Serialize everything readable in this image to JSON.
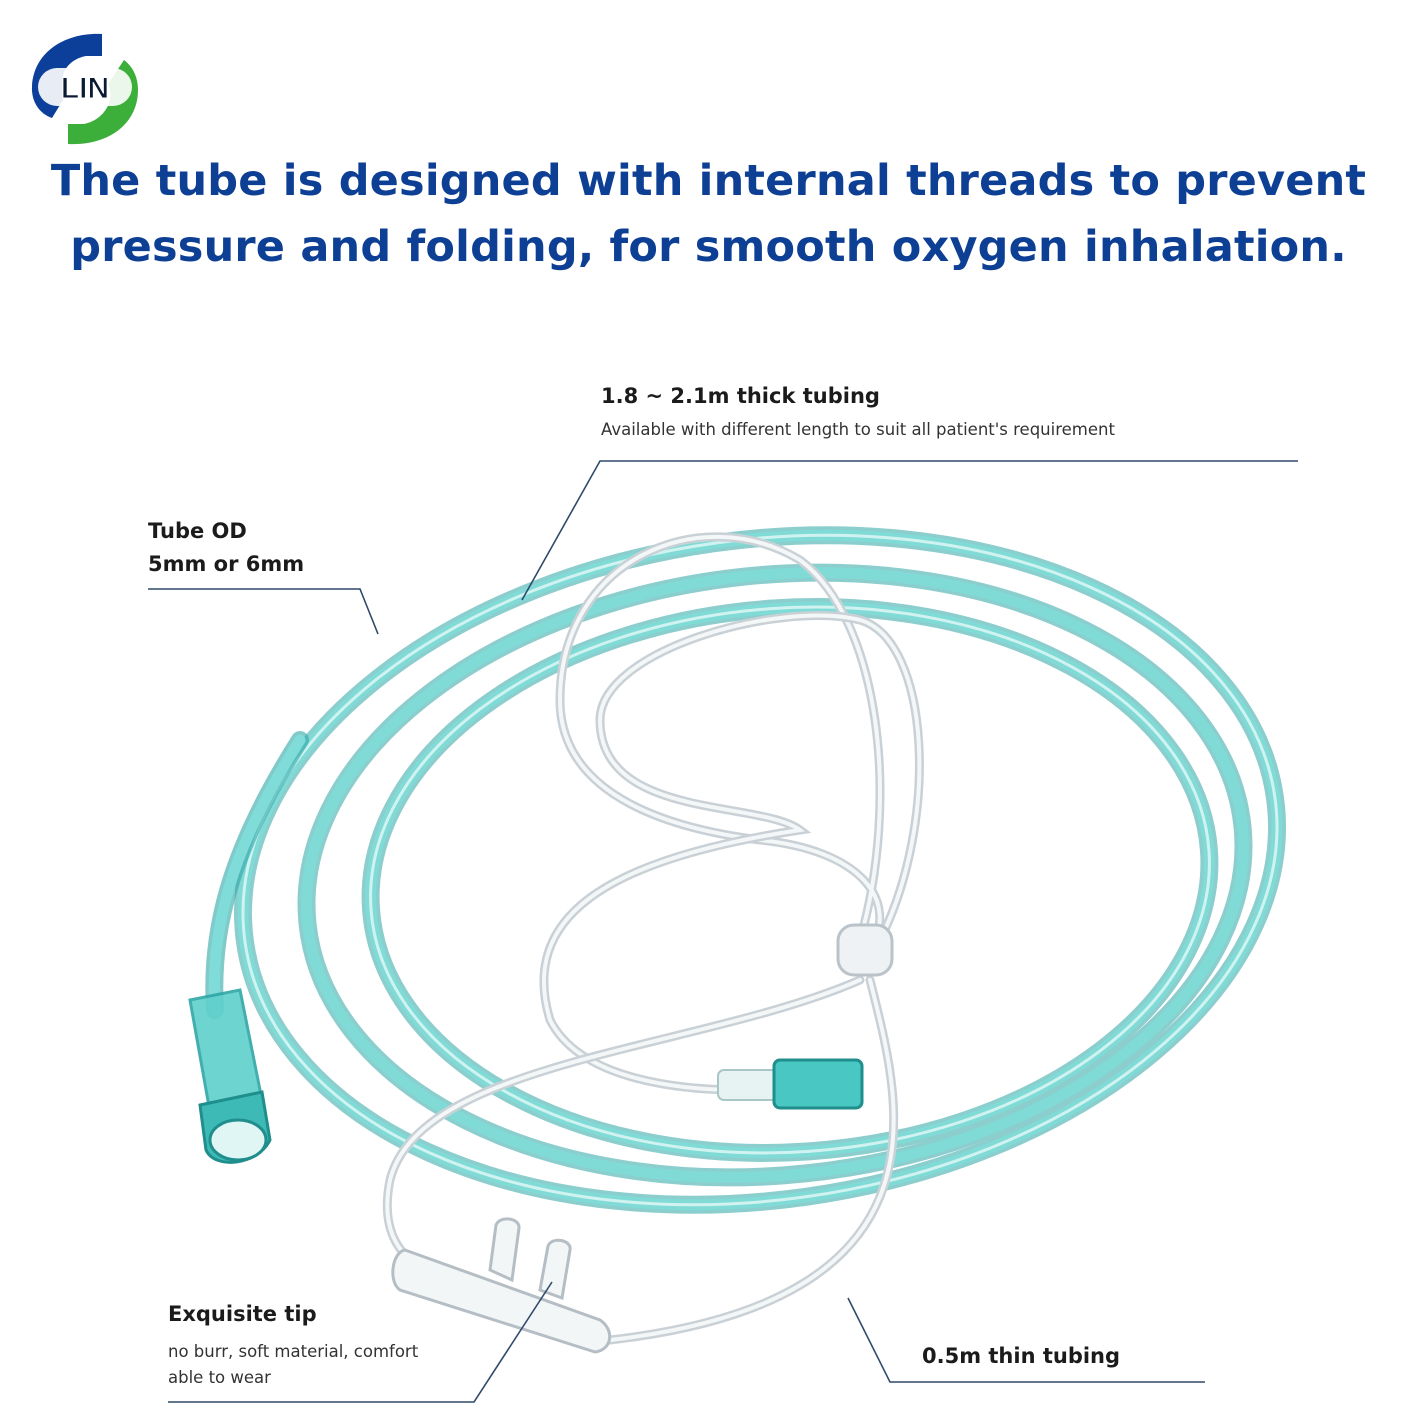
{
  "brand": {
    "logo_text": "LIN",
    "colors": {
      "blue": "#0b3f9a",
      "green": "#3cae3a"
    }
  },
  "headline": {
    "line1": "The tube is designed with internal threads to prevent",
    "line2": "pressure and folding, for smooth oxygen inhalation.",
    "color": "#0d3f94"
  },
  "callouts": {
    "thick_tubing": {
      "title": "1.8 ~ 2.1m thick tubing",
      "subtitle": "Available with different length to suit all patient's requirement"
    },
    "tube_od": {
      "title_line1": "Tube OD",
      "title_line2": "5mm or 6mm"
    },
    "exquisite_tip": {
      "title": "Exquisite tip",
      "subtitle": "no burr, soft material, comfort able to wear"
    },
    "thin_tubing": {
      "title": "0.5m thin tubing"
    }
  },
  "colors": {
    "tube": "#5fd0cc",
    "tube_dark": "#2ea7a6",
    "clear_tube": "#d7dde0",
    "line": "#2f4a6a"
  }
}
